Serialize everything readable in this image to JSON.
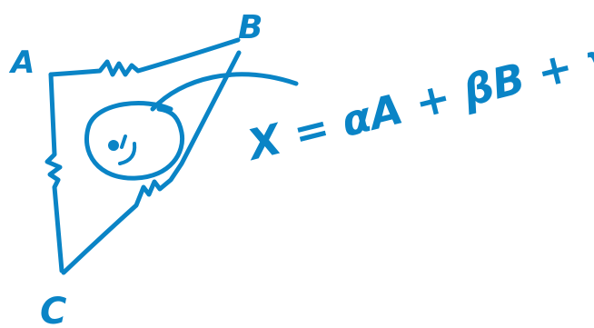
{
  "ink": {
    "color": "#0a84c6"
  },
  "labels": {
    "vertex_a": "A",
    "vertex_b": "B",
    "vertex_c": "C",
    "equation": "X = αA + βB + γC"
  }
}
